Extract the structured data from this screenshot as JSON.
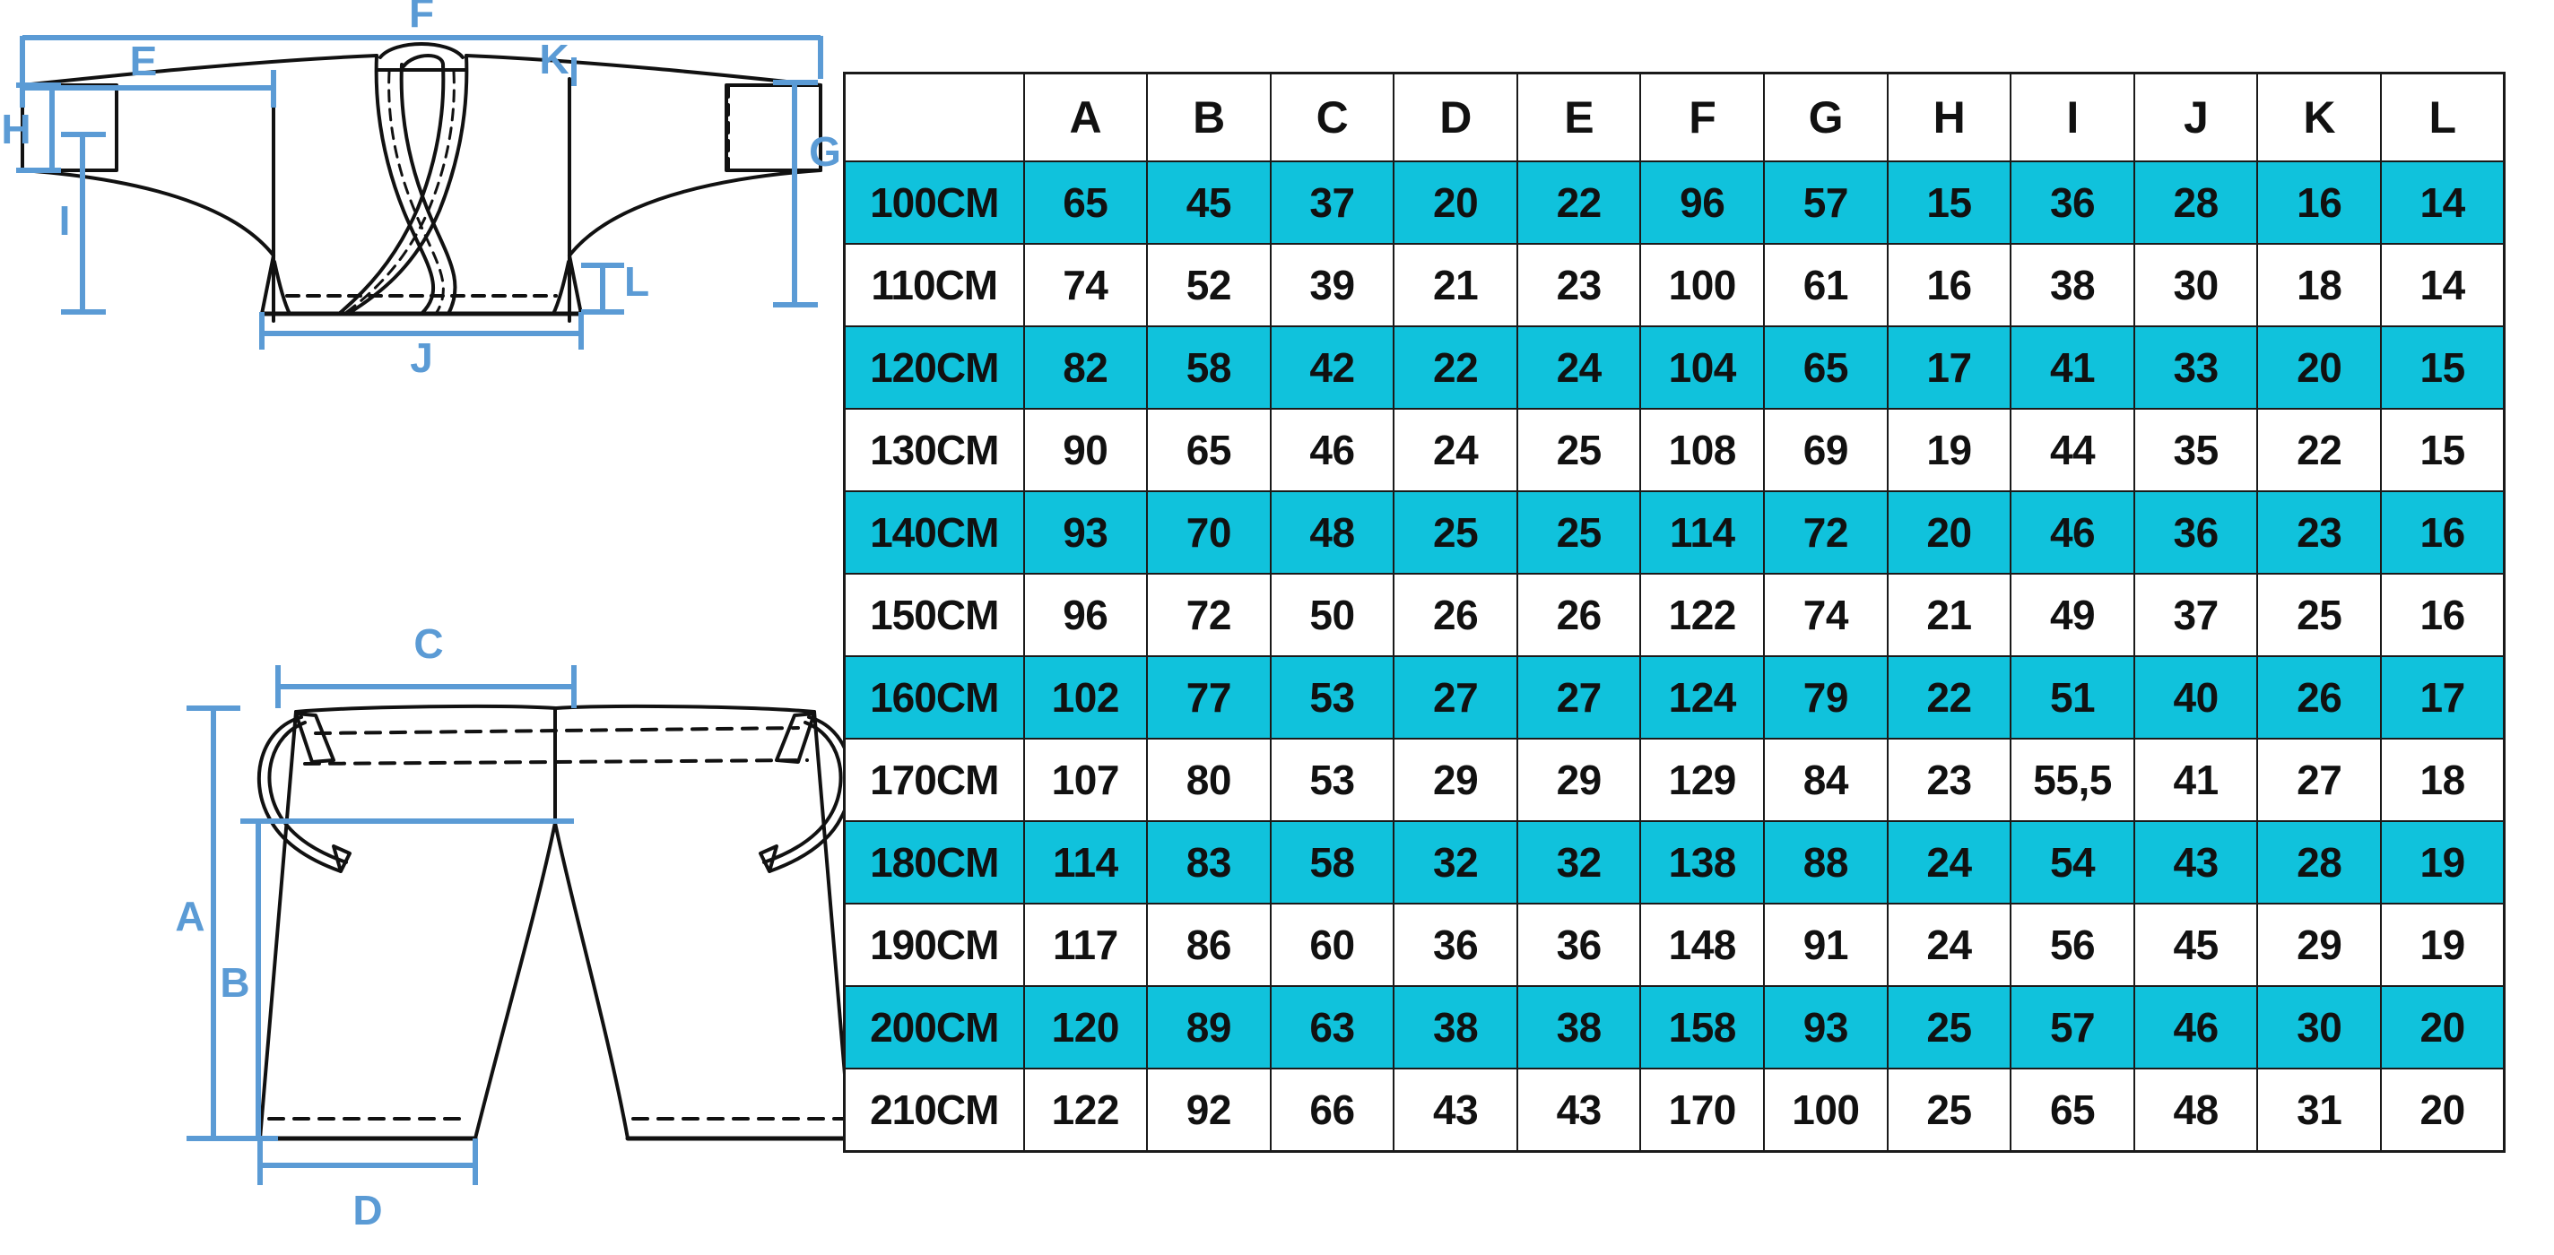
{
  "colors": {
    "accent_cyan": "#10C2DC",
    "dimension_blue": "#5B9BD5",
    "line_black": "#1a1a1a"
  },
  "diagram": {
    "jacket": {
      "name": "karate-gi-jacket",
      "dimension_labels": [
        "F",
        "E",
        "K",
        "H",
        "G",
        "I",
        "L",
        "J"
      ]
    },
    "pants": {
      "name": "karate-gi-pants",
      "dimension_labels": [
        "C",
        "A",
        "B",
        "D"
      ]
    },
    "labels": {
      "A": "A",
      "B": "B",
      "C": "C",
      "D": "D",
      "E": "E",
      "F": "F",
      "G": "G",
      "H": "H",
      "I": "I",
      "J": "J",
      "K": "K",
      "L": "L"
    }
  },
  "chart_data": {
    "type": "table",
    "title": "",
    "columns": [
      "",
      "A",
      "B",
      "C",
      "D",
      "E",
      "F",
      "G",
      "H",
      "I",
      "J",
      "K",
      "L"
    ],
    "categories": [
      "100CM",
      "110CM",
      "120CM",
      "130CM",
      "140CM",
      "150CM",
      "160CM",
      "170CM",
      "180CM",
      "190CM",
      "200CM",
      "210CM"
    ],
    "rows": [
      {
        "size": "100CM",
        "highlight": true,
        "values": [
          "65",
          "45",
          "37",
          "20",
          "22",
          "96",
          "57",
          "15",
          "36",
          "28",
          "16",
          "14"
        ]
      },
      {
        "size": "110CM",
        "highlight": false,
        "values": [
          "74",
          "52",
          "39",
          "21",
          "23",
          "100",
          "61",
          "16",
          "38",
          "30",
          "18",
          "14"
        ]
      },
      {
        "size": "120CM",
        "highlight": true,
        "values": [
          "82",
          "58",
          "42",
          "22",
          "24",
          "104",
          "65",
          "17",
          "41",
          "33",
          "20",
          "15"
        ]
      },
      {
        "size": "130CM",
        "highlight": false,
        "values": [
          "90",
          "65",
          "46",
          "24",
          "25",
          "108",
          "69",
          "19",
          "44",
          "35",
          "22",
          "15"
        ]
      },
      {
        "size": "140CM",
        "highlight": true,
        "values": [
          "93",
          "70",
          "48",
          "25",
          "25",
          "114",
          "72",
          "20",
          "46",
          "36",
          "23",
          "16"
        ]
      },
      {
        "size": "150CM",
        "highlight": false,
        "values": [
          "96",
          "72",
          "50",
          "26",
          "26",
          "122",
          "74",
          "21",
          "49",
          "37",
          "25",
          "16"
        ]
      },
      {
        "size": "160CM",
        "highlight": true,
        "values": [
          "102",
          "77",
          "53",
          "27",
          "27",
          "124",
          "79",
          "22",
          "51",
          "40",
          "26",
          "17"
        ]
      },
      {
        "size": "170CM",
        "highlight": false,
        "values": [
          "107",
          "80",
          "53",
          "29",
          "29",
          "129",
          "84",
          "23",
          "55,5",
          "41",
          "27",
          "18"
        ]
      },
      {
        "size": "180CM",
        "highlight": true,
        "values": [
          "114",
          "83",
          "58",
          "32",
          "32",
          "138",
          "88",
          "24",
          "54",
          "43",
          "28",
          "19"
        ]
      },
      {
        "size": "190CM",
        "highlight": false,
        "values": [
          "117",
          "86",
          "60",
          "36",
          "36",
          "148",
          "91",
          "24",
          "56",
          "45",
          "29",
          "19"
        ]
      },
      {
        "size": "200CM",
        "highlight": true,
        "values": [
          "120",
          "89",
          "63",
          "38",
          "38",
          "158",
          "93",
          "25",
          "57",
          "46",
          "30",
          "20"
        ]
      },
      {
        "size": "210CM",
        "highlight": false,
        "values": [
          "122",
          "92",
          "66",
          "43",
          "43",
          "170",
          "100",
          "25",
          "65",
          "48",
          "31",
          "20"
        ]
      }
    ],
    "xlabel": "",
    "ylabel": "",
    "grid": true,
    "legend": "none"
  }
}
